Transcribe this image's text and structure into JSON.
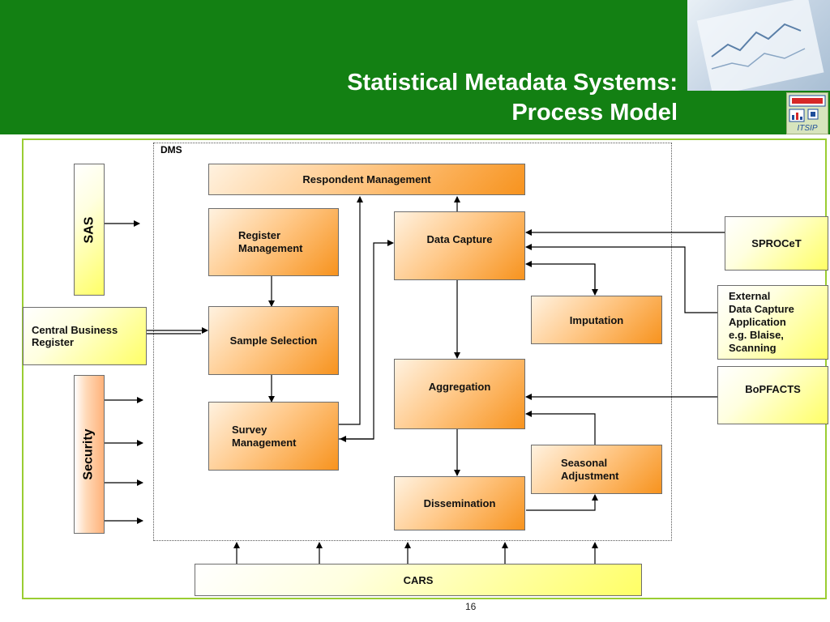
{
  "slide": {
    "title": "Statistical Metadata Systems:\nProcess Model",
    "page_number": "16",
    "logo_text": "ITSIP",
    "colors": {
      "header_green": "#138013",
      "frame_green": "#9acd32",
      "orange": "#f7931e",
      "yellow": "#ffff66"
    }
  },
  "diagram": {
    "container_label": "DMS",
    "nodes": {
      "respondent_management": "Respondent Management",
      "register_management": "Register\nManagement",
      "sample_selection": "Sample Selection",
      "survey_management": "Survey\nManagement",
      "data_capture": "Data Capture",
      "imputation": "Imputation",
      "aggregation": "Aggregation",
      "seasonal_adjustment": "Seasonal\nAdjustment",
      "dissemination": "Dissemination",
      "sas": "SAS",
      "central_business_register": "Central Business\nRegister",
      "security": "Security",
      "sprocet": "SPROCeT",
      "external_data_capture": "External\nData Capture\nApplication\ne.g. Blaise,\nScanning",
      "bopfacts": "BoPFACTS",
      "cars": "CARS"
    }
  }
}
